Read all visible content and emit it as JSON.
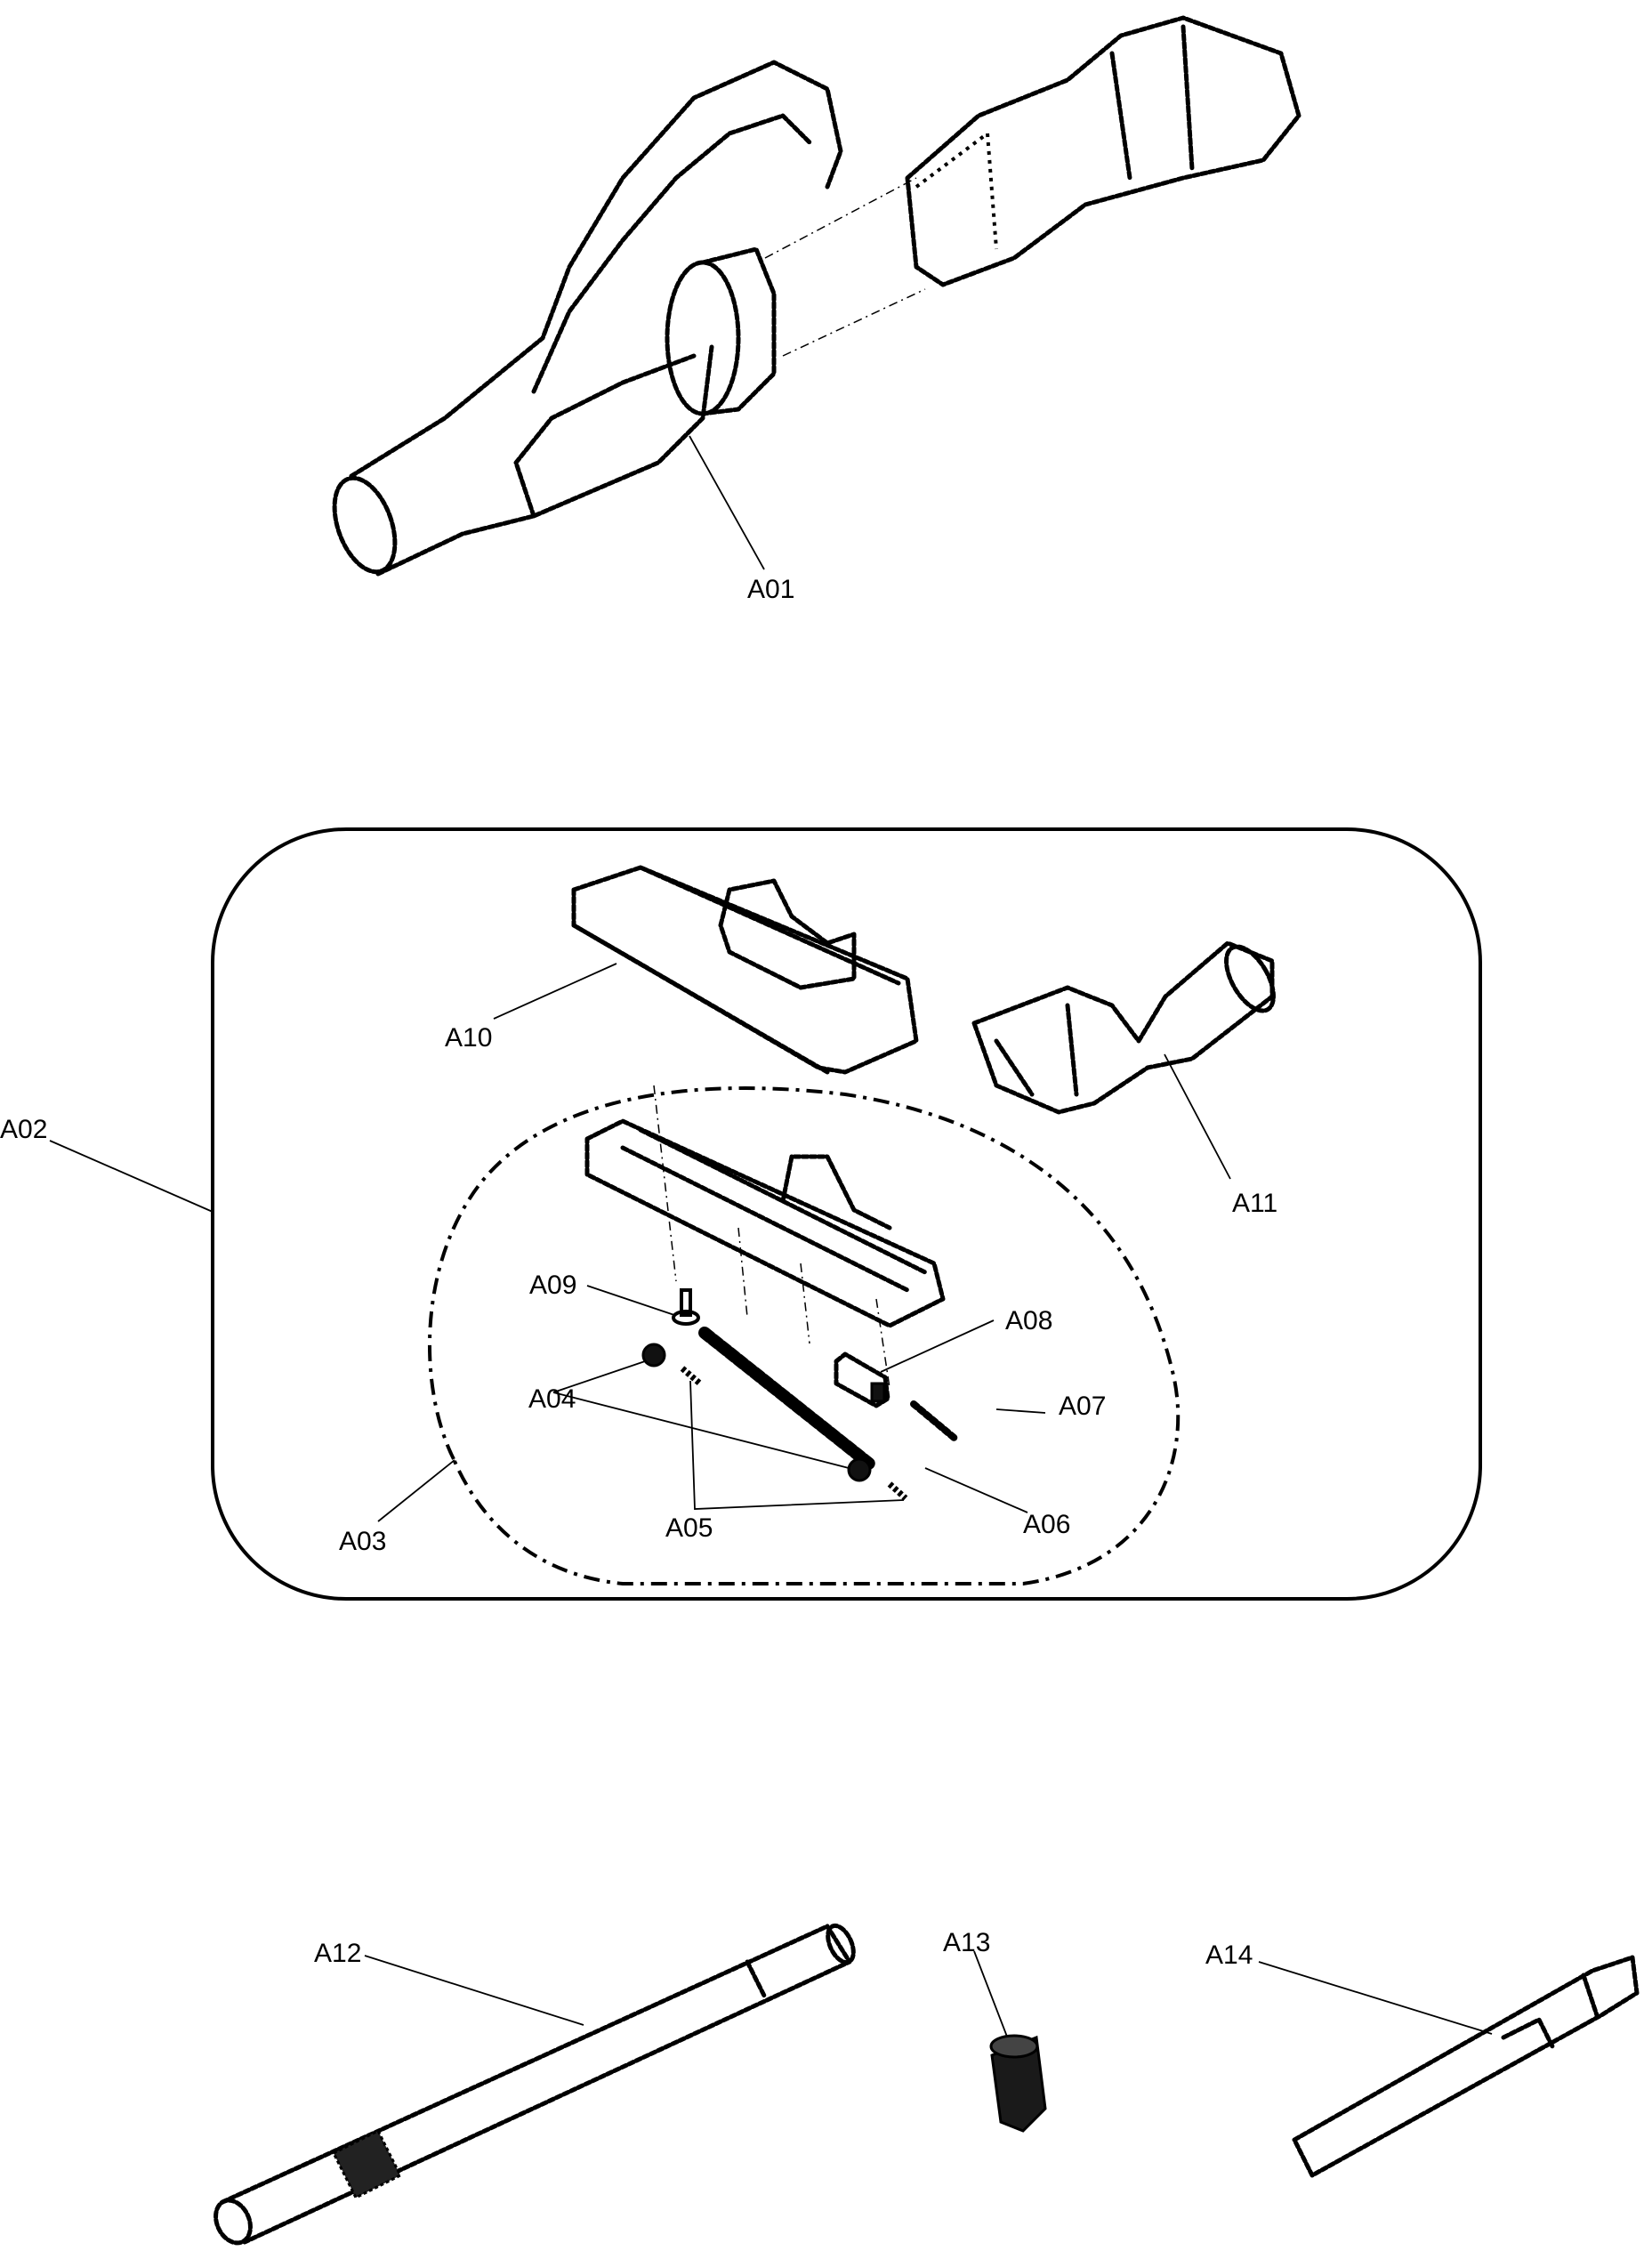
{
  "diagram": {
    "type": "exploded-parts-diagram",
    "callouts": {
      "a01": "A01",
      "a02": "A02",
      "a03": "A03",
      "a04": "A04",
      "a05": "A05",
      "a06": "A06",
      "a07": "A07",
      "a08": "A08",
      "a09": "A09",
      "a10": "A10",
      "a11": "A11",
      "a12": "A12",
      "a13": "A13",
      "a14": "A14"
    }
  }
}
